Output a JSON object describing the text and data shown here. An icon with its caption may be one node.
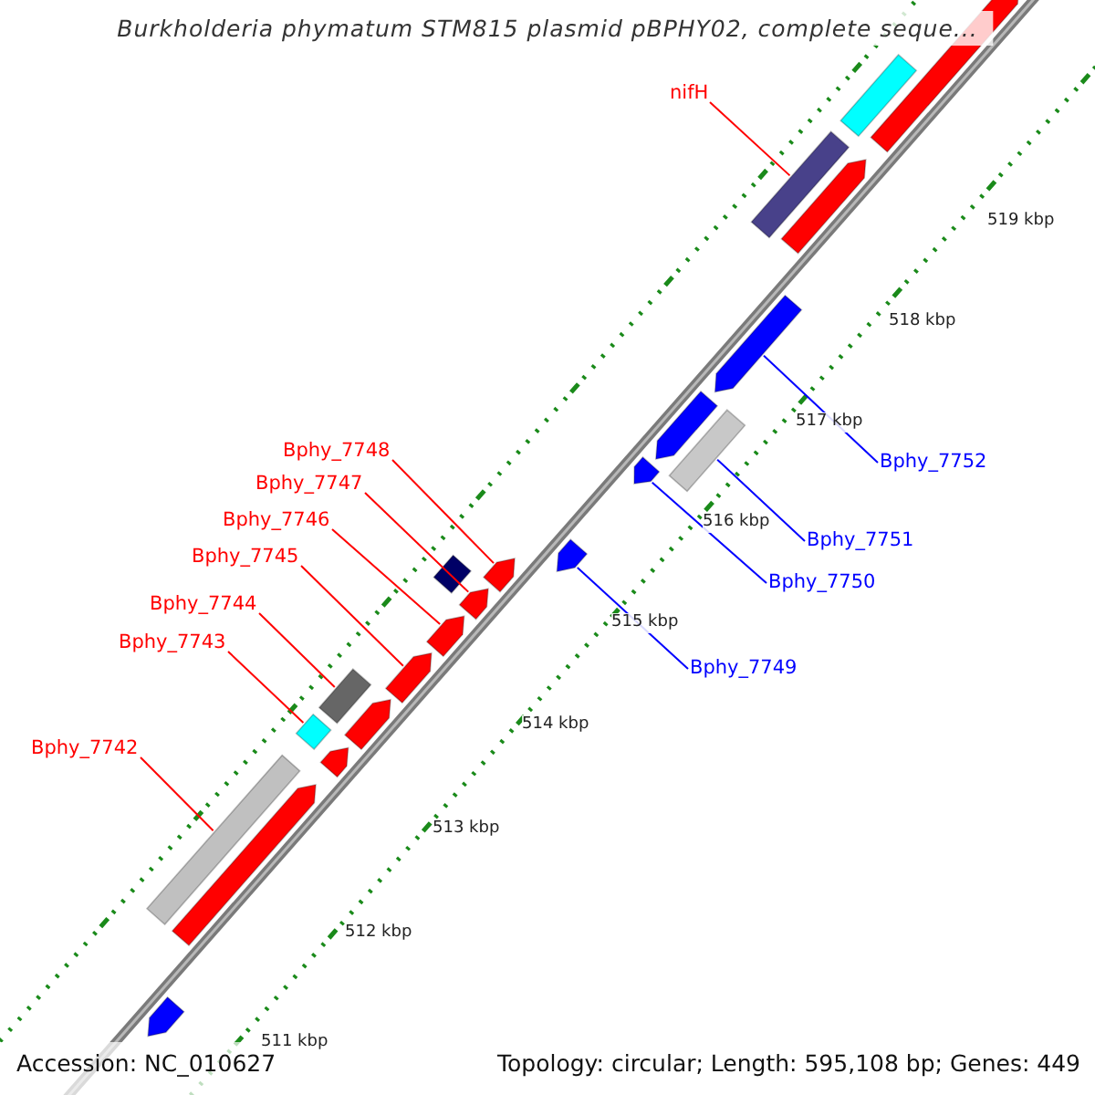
{
  "diagram": {
    "title": "Burkholderia phymatum STM815 plasmid pBPHY02, complete seque...",
    "nodes": [
      {
        "text": [
          "nifH"
        ]
      },
      {
        "text": [
          "Bphy_7748"
        ]
      },
      {
        "text": [
          "Bphy_7747"
        ]
      },
      {
        "text": [
          "Bphy_7746"
        ]
      },
      {
        "text": [
          "Bphy_7745"
        ]
      },
      {
        "text": [
          "Bphy_7744"
        ]
      },
      {
        "text": [
          "Bphy_7743"
        ]
      },
      {
        "text": [
          "Bphy_7742"
        ]
      },
      {
        "text": [
          "Bphy_7752"
        ]
      },
      {
        "text": [
          "Bphy_7751"
        ]
      },
      {
        "text": [
          "Bphy_7750"
        ]
      },
      {
        "text": [
          "Bphy_7749"
        ]
      },
      {
        "text": [],
        "shape": "bar"
      },
      {
        "text": [],
        "shape": "bar"
      },
      {
        "text": [],
        "shape": "bar"
      },
      {
        "text": [],
        "shape": "bar"
      },
      {
        "text": [],
        "shape": "bar"
      },
      {
        "text": [],
        "shape": "bar"
      },
      {
        "text": [],
        "shape": "bar"
      },
      {
        "text": [],
        "shape": "bar"
      },
      {
        "text": [],
        "shape": "bar"
      },
      {
        "text": [],
        "shape": "bar"
      },
      {
        "text": [],
        "shape": "bar"
      },
      {
        "text": [],
        "shape": "bar"
      },
      {
        "text": [],
        "shape": "bar"
      },
      {
        "text": [],
        "shape": "bar"
      },
      {
        "text": [],
        "shape": "bar"
      },
      {
        "text": [],
        "shape": "bar"
      },
      {
        "text": [],
        "shape": "bar"
      },
      {
        "text": [],
        "shape": "bar"
      },
      {
        "text": [],
        "shape": "bar"
      },
      {
        "text": [],
        "shape": "bar"
      },
      {
        "text": [],
        "shape": "bar"
      }
    ],
    "edges": [
      {
        "from": 0,
        "to": 12,
        "arrow": "none"
      },
      {
        "from": 1,
        "to": 13,
        "arrow": "none"
      },
      {
        "from": 2,
        "to": 14,
        "arrow": "none"
      },
      {
        "from": 3,
        "to": 15,
        "arrow": "none"
      },
      {
        "from": 4,
        "to": 16,
        "arrow": "none"
      },
      {
        "from": 5,
        "to": 17,
        "arrow": "none"
      },
      {
        "from": 6,
        "to": 18,
        "arrow": "none"
      },
      {
        "from": 7,
        "to": 19,
        "arrow": "none"
      },
      {
        "from": 8,
        "to": 20,
        "arrow": "none",
        "color": "#0000ff"
      },
      {
        "from": 9,
        "to": 21,
        "arrow": "none",
        "color": "#0000ff"
      },
      {
        "from": 10,
        "to": 22,
        "arrow": "none",
        "color": "#0000ff"
      },
      {
        "from": 11,
        "to": 23,
        "arrow": "none",
        "color": "#0000ff"
      }
    ],
    "labels": [
      "519 kbp",
      "518 kbp",
      "517 kbp",
      "516 kbp",
      "515 kbp",
      "514 kbp",
      "513 kbp",
      "512 kbp",
      "511 kbp",
      "Accession: NC_010627",
      "Topology: circular; Length: 595,108 bp; Genes: 449"
    ]
  }
}
